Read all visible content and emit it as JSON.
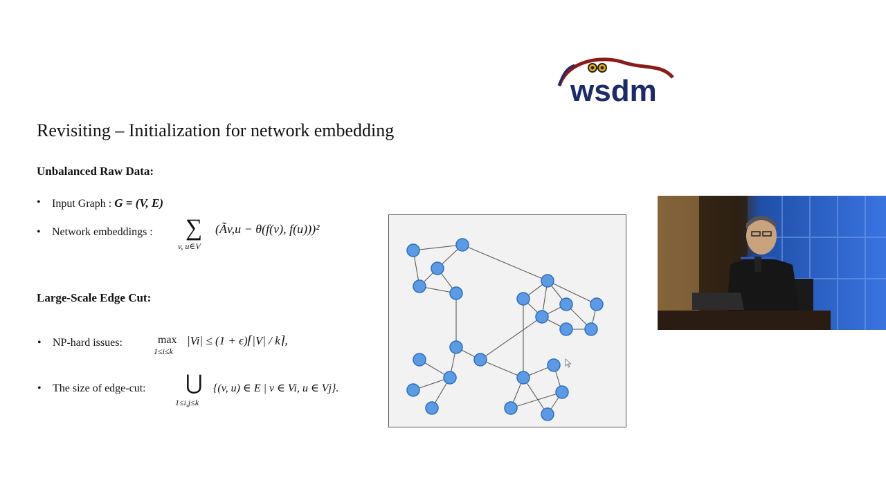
{
  "slide": {
    "title": "Revisiting – Initialization for network embedding",
    "logo_text": "wsdm",
    "section1": {
      "heading": "Unbalanced Raw Data:",
      "bullet1_label": "Input Graph : ",
      "bullet1_math": "G = (V, E)",
      "bullet2_label": "Network embeddings : ",
      "bullet2_sum_symbol": "∑",
      "bullet2_sum_sub": "v, u∈V",
      "bullet2_expr": "(Ãv,u − θ(f(v), f(u)))²"
    },
    "section2": {
      "heading": "Large-Scale Edge Cut:",
      "bullet1_label": "NP-hard issues:",
      "bullet1_op": "max",
      "bullet1_op_sub": "1≤i≤k",
      "bullet1_expr": "|Vi| ≤ (1 + ϵ)⌈|V| / k⌉,",
      "bullet2_label": "The size of edge-cut:",
      "bullet2_op": "⋃",
      "bullet2_op_sub": "1≤i,j≤k",
      "bullet2_expr": "{(v, u) ∈ E | v ∈ Vi, u ∈ Vj}."
    }
  },
  "colors": {
    "node_fill": "#5b9be6",
    "node_stroke": "#2f6fb8",
    "edge": "#5a5a5a",
    "logo_blue": "#1b2a6b",
    "logo_red": "#8b1a1a"
  },
  "icons": [
    "bullet-icon",
    "cursor-icon"
  ]
}
